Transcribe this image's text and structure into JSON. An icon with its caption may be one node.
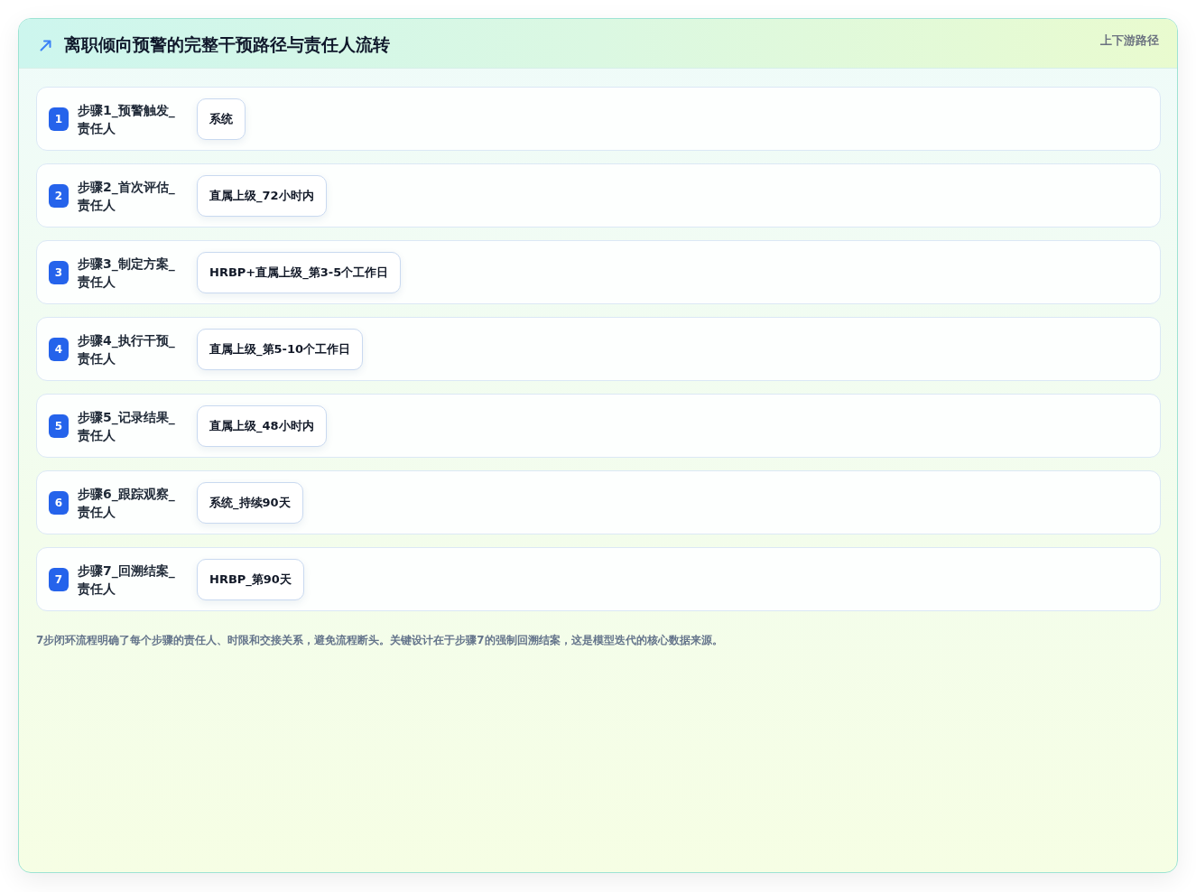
{
  "diagram": {
    "title": "离职倾向预警的完整干预路径与责任人流转",
    "nodes": [
      {
        "text": [
          "步骤1_预警触发_责任人"
        ]
      },
      {
        "text": [
          "1"
        ],
        "in": 0
      },
      {
        "text": [
          "系统"
        ],
        "in": 0
      },
      {
        "text": [
          "步骤2_首次评估_责任人"
        ]
      },
      {
        "text": [
          "2"
        ],
        "in": 3
      },
      {
        "text": [
          "直属上级_72小时内"
        ],
        "in": 3
      },
      {
        "text": [
          "步骤3_制定方案_责任人"
        ]
      },
      {
        "text": [
          "3"
        ],
        "in": 6
      },
      {
        "text": [
          "HRBP+直属上级_第3-5个工作日"
        ],
        "in": 6
      },
      {
        "text": [
          "步骤4_执行干预_责任人"
        ]
      },
      {
        "text": [
          "4"
        ],
        "in": 9
      },
      {
        "text": [
          "直属上级_第5-10个工作日"
        ],
        "in": 9
      },
      {
        "text": [
          "步骤5_记录结果_责任人"
        ]
      },
      {
        "text": [
          "5"
        ],
        "in": 12
      },
      {
        "text": [
          "直属上级_48小时内"
        ],
        "in": 12
      },
      {
        "text": [
          "步骤6_跟踪观察_责任人"
        ]
      },
      {
        "text": [
          "6"
        ],
        "in": 15
      },
      {
        "text": [
          "系统_持续90天"
        ],
        "in": 15
      },
      {
        "text": [
          "步骤7_回溯结案_责任人"
        ]
      },
      {
        "text": [
          "7"
        ],
        "in": 18
      },
      {
        "text": [
          "HRBP_第90天"
        ],
        "in": 18
      }
    ],
    "labels": [
      "上下游路径"
    ],
    "caption": "7步闭环流程明确了每个步骤的责任人、时限和交接关系，避免流程断头。关键设计在于步骤7的强制回溯结案，这是模型迭代的核心数据来源。"
  }
}
